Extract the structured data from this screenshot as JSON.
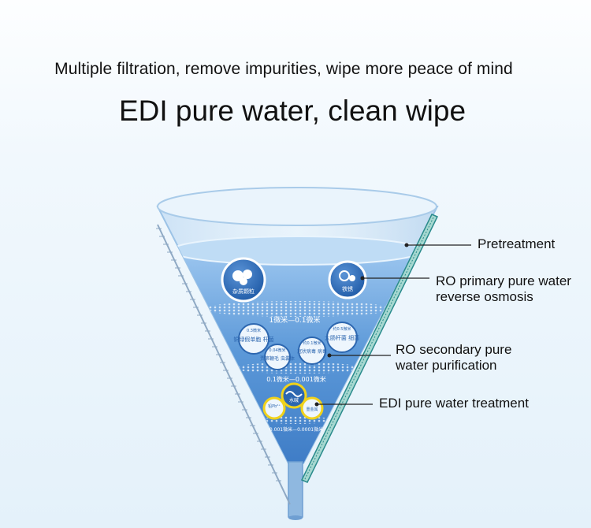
{
  "header": {
    "subtitle": "Multiple filtration, remove impurities, wipe more peace of mind",
    "title": "EDI pure water, clean wipe"
  },
  "stages": [
    {
      "label_line1": "Pretreatment",
      "label_line2": ""
    },
    {
      "label_line1": "RO primary pure water",
      "label_line2": "reverse osmosis"
    },
    {
      "label_line1": "RO secondary pure",
      "label_line2": "water purification"
    },
    {
      "label_line1": "EDI pure water treatment",
      "label_line2": ""
    }
  ],
  "funnel": {
    "layer1_range": "1微米—0.1微米",
    "layer2_range": "0.1微米—0.001微米",
    "layer3_range": "0.001微米—0.0001微米",
    "badge_impurity": "杂质颗粒",
    "badge_rust": "铁锈",
    "badge_bacteria": "大肠杆菌 细菌",
    "badge_fungus": "铜绿假单胞 杆菌",
    "badge_virus": "冠状病毒 病毒",
    "badge_cyst": "贾第鞭毛 虫囊体",
    "badge_alkali": "水碱",
    "badge_lead": "铅Pb²⁺",
    "badge_metal": "重金属",
    "bacteria_size": "约0.5微米",
    "fungus_size": "0.3微米",
    "virus_size": "约0.1微米",
    "cyst_size": "0.04微米"
  },
  "colors": {
    "water": "#4f8fd4",
    "badge": "#3a72b8",
    "highlight": "#f0d21b",
    "ruler": "#2a8b8c"
  }
}
